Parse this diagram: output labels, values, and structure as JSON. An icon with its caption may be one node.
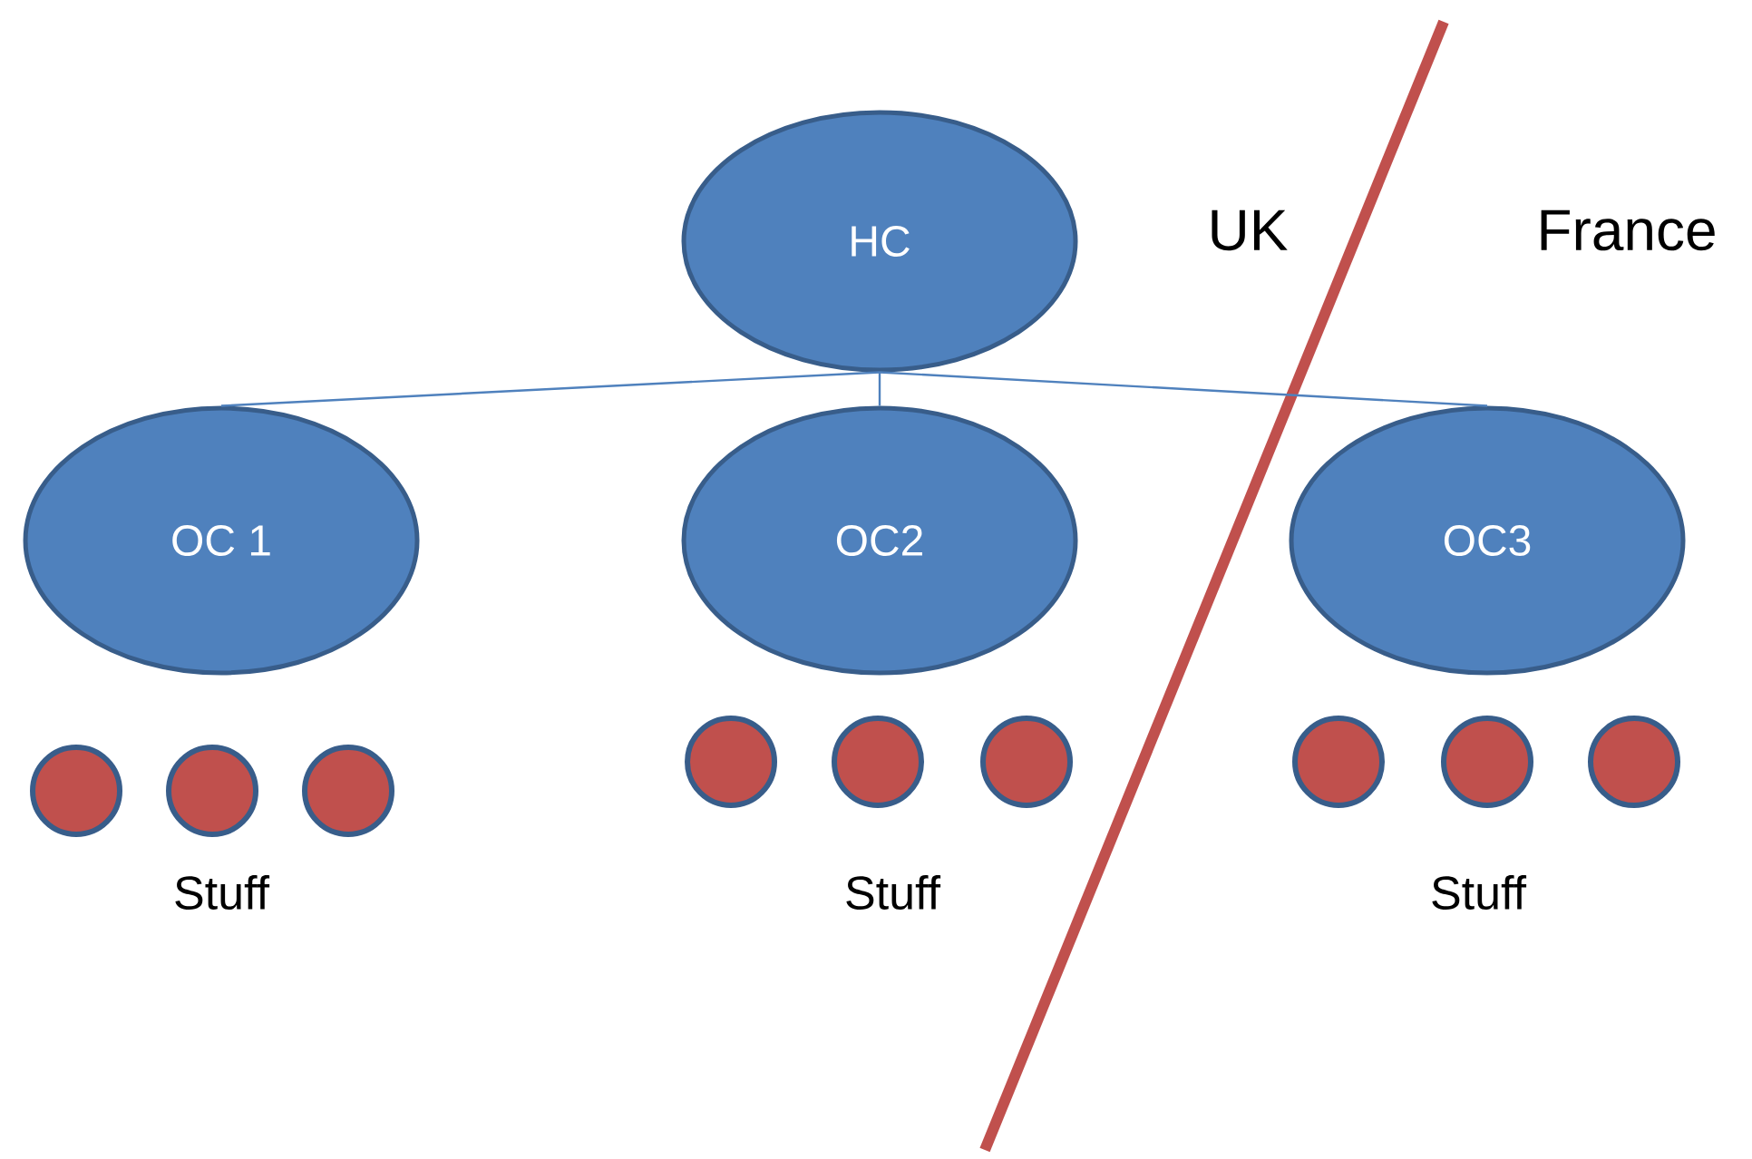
{
  "diagram": {
    "nodes": [
      {
        "text": [
          "HC"
        ]
      },
      {
        "text": [
          "OC 1"
        ]
      },
      {
        "text": [
          "OC2"
        ]
      },
      {
        "text": [
          "OC3"
        ]
      },
      {
        "text": [],
        "shape": "circle"
      },
      {
        "text": [],
        "shape": "circle"
      },
      {
        "text": [],
        "shape": "circle"
      },
      {
        "text": [],
        "shape": "circle"
      },
      {
        "text": [],
        "shape": "circle"
      },
      {
        "text": [],
        "shape": "circle"
      },
      {
        "text": [],
        "shape": "circle"
      },
      {
        "text": [],
        "shape": "circle"
      },
      {
        "text": [],
        "shape": "circle"
      }
    ],
    "edges": [
      {
        "from": 0,
        "to": 1,
        "arrow": "none"
      },
      {
        "from": 0,
        "to": 2,
        "arrow": "none"
      },
      {
        "from": 0,
        "to": 3,
        "arrow": "none"
      }
    ],
    "labels": [
      "UK",
      "France",
      "Stuff",
      "Stuff",
      "Stuff"
    ]
  }
}
